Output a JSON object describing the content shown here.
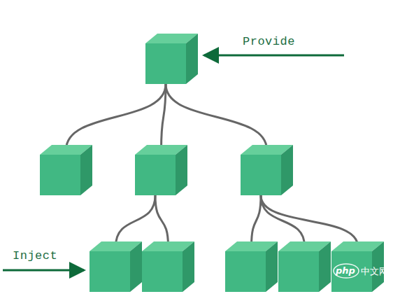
{
  "diagram": {
    "nodes": [
      {
        "text": []
      },
      {
        "text": []
      },
      {
        "text": []
      },
      {
        "text": []
      },
      {
        "text": []
      },
      {
        "text": []
      },
      {
        "text": []
      },
      {
        "text": []
      },
      {
        "text": []
      }
    ],
    "edges": [
      {
        "from": 0,
        "to": 1,
        "arrow": "none"
      },
      {
        "from": 0,
        "to": 2,
        "arrow": "none"
      },
      {
        "from": 0,
        "to": 3,
        "arrow": "none"
      },
      {
        "from": 2,
        "to": 4,
        "arrow": "none"
      },
      {
        "from": 2,
        "to": 5,
        "arrow": "none"
      },
      {
        "from": 3,
        "to": 6,
        "arrow": "none"
      },
      {
        "from": 3,
        "to": 7,
        "arrow": "none"
      },
      {
        "from": 3,
        "to": 8,
        "arrow": "none"
      }
    ],
    "labels": [
      "Provide",
      "Inject",
      "php",
      "中文网"
    ]
  }
}
